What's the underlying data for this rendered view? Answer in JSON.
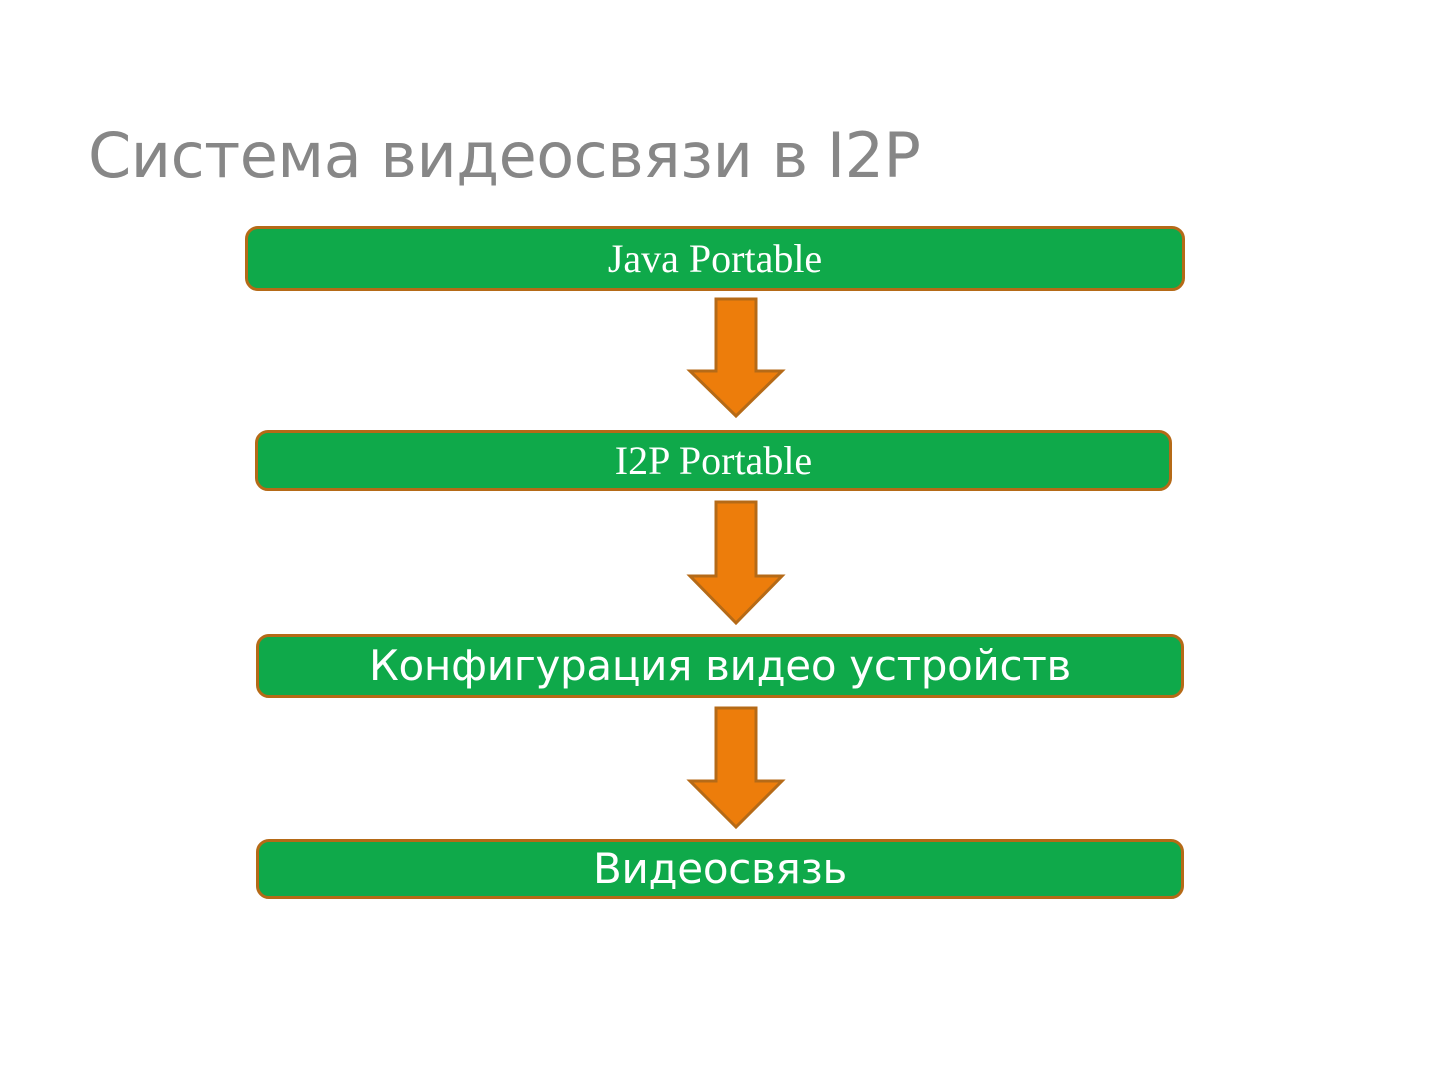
{
  "slide": {
    "title": "Система видеосвязи в I2P",
    "background_color": "#FFFFFF",
    "title_color": "#878787"
  },
  "theme": {
    "box_fill": "#0FA94A",
    "box_border": "#B56A17",
    "box_text": "#FFFFFF",
    "arrow_fill": "#ED7D0B",
    "arrow_border": "#B56A17"
  },
  "diagram": {
    "type": "vertical-flow",
    "steps": [
      {
        "id": "step-1",
        "label": "Java Portable",
        "font_style": "serif"
      },
      {
        "id": "step-2",
        "label": "I2P Portable",
        "font_style": "serif"
      },
      {
        "id": "step-3",
        "label": "Конфигурация видео устройств",
        "font_style": "sans"
      },
      {
        "id": "step-4",
        "label": "Видеосвязь",
        "font_style": "sans"
      }
    ],
    "connectors": [
      {
        "id": "arrow-1",
        "icon": "arrow-down-icon",
        "from": "step-1",
        "to": "step-2"
      },
      {
        "id": "arrow-2",
        "icon": "arrow-down-icon",
        "from": "step-2",
        "to": "step-3"
      },
      {
        "id": "arrow-3",
        "icon": "arrow-down-icon",
        "from": "step-3",
        "to": "step-4"
      }
    ]
  }
}
